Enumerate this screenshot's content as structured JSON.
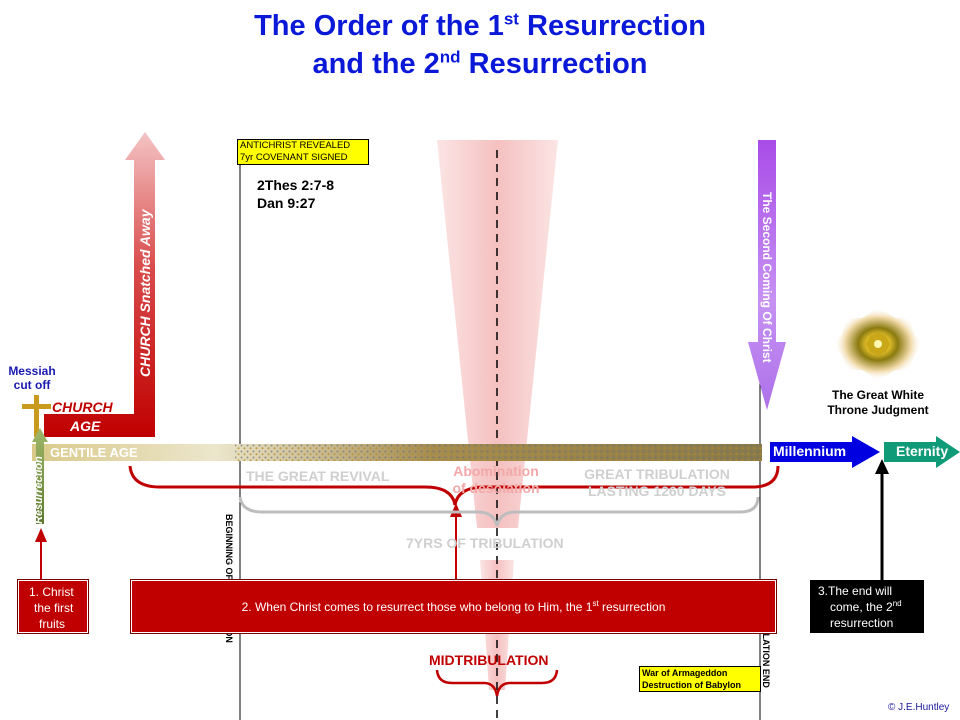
{
  "title": {
    "line1_pre": "The Order of the 1",
    "line1_sup": "st",
    "line1_post": " Resurrection",
    "line2_pre": "and the 2",
    "line2_sup": "nd",
    "line2_post": " Resurrection"
  },
  "labels": {
    "messiah_line1": "Messiah",
    "messiah_line2": "cut off",
    "church_line1": "CHURCH",
    "church_line2": "AGE",
    "church_snatched": "CHURCH Snatched Away",
    "resurrection": "Resurrection",
    "gentile_age": "GENTILE AGE",
    "antichrist_line1": "ANTICHRIST  REVEALED",
    "antichrist_line2": "7yr COVENANT  SIGNED",
    "ref1": "2Thes 2:7-8",
    "ref2": "Dan 9:27",
    "great_revival": "THE GREAT REVIVAL",
    "abomination_line1": "Abomination",
    "abomination_line2": "of desolation",
    "great_trib_line1": "GREAT TRIBULATION",
    "great_trib_line2": "LASTING 1260 DAYS",
    "seven_years": "7YRS OF TRIBULATION",
    "beginning": "BEGINNING OF TRIBULATION",
    "tribulation_end": "TRIBULATION END",
    "midtribulation": "MIDTRIBULATION",
    "second_coming": "The Second Coming Of Christ",
    "millennium": "Millennium",
    "eternity": "Eternity",
    "white_throne_line1": "The Great White",
    "white_throne_line2": "Throne Judgment",
    "armageddon_line1": "War of Armageddon",
    "armageddon_line2": "Destruction of Babylon",
    "copyright": "© J.E.Huntley"
  },
  "boxes": {
    "first": {
      "line1": "1. Christ",
      "line2": "the first",
      "line3": "fruits"
    },
    "second": {
      "pre": "2.  When Christ comes to resurrect those who belong to Him, the 1",
      "sup": "st",
      "post": " resurrection"
    },
    "third": {
      "line1": "3.The end will",
      "line2_pre": "come, the 2",
      "line2_sup": "nd",
      "line3": "resurrection"
    }
  },
  "colors": {
    "title_blue": "#0a18d8",
    "church_red": "#c00000",
    "messiah_gold": "#c89b1e",
    "resurrection_green": "#6e8a3a",
    "millennium_blue": "#0000e0",
    "eternity_teal": "#0f9a78",
    "second_coming_purple": "#9b30e0",
    "note_yellow": "#ffff00"
  }
}
